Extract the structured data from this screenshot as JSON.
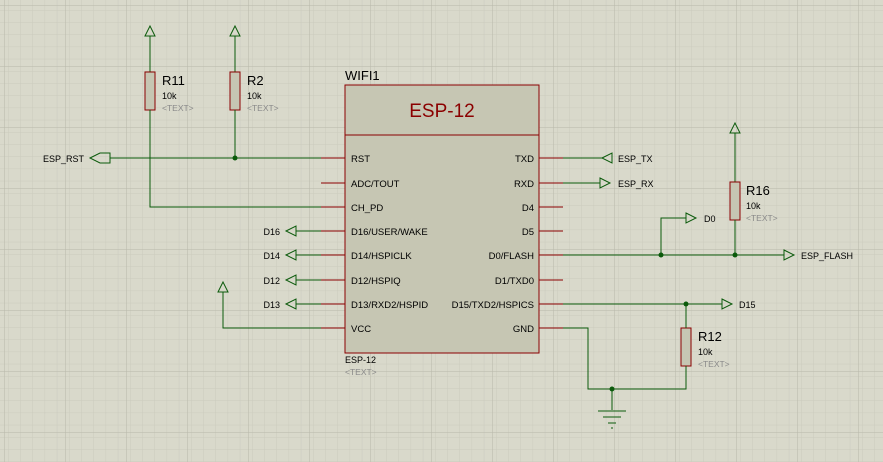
{
  "colors": {
    "background": "#d9d9cb",
    "grid_minor": "#cbcbbd",
    "grid_major": "#b8b8aa",
    "wire": "#0b5a0b",
    "pin": "#8b0000",
    "component_fill": "#c6c6b3",
    "component_title": "#8b0000",
    "text_field": "#8a8a8a",
    "junction": "#0b5a0b"
  },
  "component": {
    "ref": "WIFI1",
    "title": "ESP-12",
    "value": "ESP-12",
    "text_field": "<TEXT>",
    "left_pins": [
      "RST",
      "ADC/TOUT",
      "CH_PD",
      "D16/USER/WAKE",
      "D14/HSPICLK",
      "D12/HSPIQ",
      "D13/RXD2/HSPID",
      "VCC"
    ],
    "right_pins": [
      "TXD",
      "RXD",
      "D4",
      "D5",
      "D0/FLASH",
      "D1/TXD0",
      "D15/TXD2/HSPICS",
      "GND"
    ]
  },
  "resistors": [
    {
      "ref": "R11",
      "value": "10k",
      "text": "<TEXT>"
    },
    {
      "ref": "R2",
      "value": "10k",
      "text": "<TEXT>"
    },
    {
      "ref": "R16",
      "value": "10k",
      "text": "<TEXT>"
    },
    {
      "ref": "R12",
      "value": "10k",
      "text": "<TEXT>"
    }
  ],
  "net_labels": {
    "esp_rst": "ESP_RST",
    "esp_tx": "ESP_TX",
    "esp_rx": "ESP_RX",
    "d0": "D0",
    "esp_flash": "ESP_FLASH",
    "d15": "D15",
    "d16": "D16",
    "d14": "D14",
    "d12": "D12",
    "d13": "D13"
  },
  "icons": [
    "power-arrow-icon",
    "ground-icon",
    "net-port-arrow-icon",
    "junction-dot-icon",
    "resistor-icon"
  ]
}
